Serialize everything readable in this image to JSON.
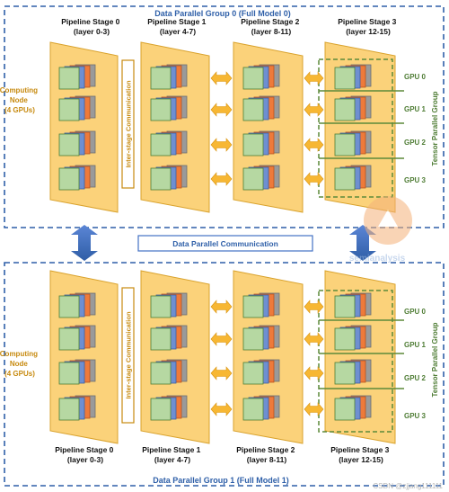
{
  "groups": [
    {
      "title": "Data Parallel Group 0 (Full Model 0)",
      "stage_labels_position": "top",
      "node_label": [
        "Computing",
        "Node",
        "(4 GPUs)"
      ]
    },
    {
      "title": "Data Parallel Group 1 (Full Model 1)",
      "stage_labels_position": "bottom",
      "node_label": [
        "Computing",
        "Node",
        "(4 GPUs)"
      ]
    }
  ],
  "stages": [
    {
      "name": "Pipeline Stage 0",
      "layers": "(layer 0-3)"
    },
    {
      "name": "Pipeline Stage 1",
      "layers": "(layer 4-7)"
    },
    {
      "name": "Pipeline Stage 2",
      "layers": "(layer 8-11)"
    },
    {
      "name": "Pipeline Stage 3",
      "layers": "(layer 12-15)"
    }
  ],
  "gpu_labels": [
    "GPU 0",
    "GPU 1",
    "GPU 2",
    "GPU 3"
  ],
  "inter_stage_label": "Inter-stage Communication",
  "tensor_parallel_label": "Tensor Parallel Group",
  "data_parallel_comm_label": "Data Parallel Communication",
  "watermark_logo": "semianalysis",
  "watermark_credit": "CSDN @zjjang111111",
  "colors": {
    "group_border": "#2e5fa8",
    "title_text": "#2e5fa8",
    "node_fill": "#fbd27a",
    "node_stroke": "#d9a22c",
    "arrow_fill": "#f7b733",
    "gpu_green": "#b6d8a2",
    "gpu_green_stroke": "#4f7d35",
    "gpu_blue": "#6e8fd1",
    "gpu_orange": "#ee7a3a",
    "gpu_gray": "#9a9a9a",
    "tensor_dash": "#5d8a3a",
    "tensor_text": "#4f7d35",
    "node_text": "#c78a0f",
    "dp_arrow": "#4472c4"
  }
}
